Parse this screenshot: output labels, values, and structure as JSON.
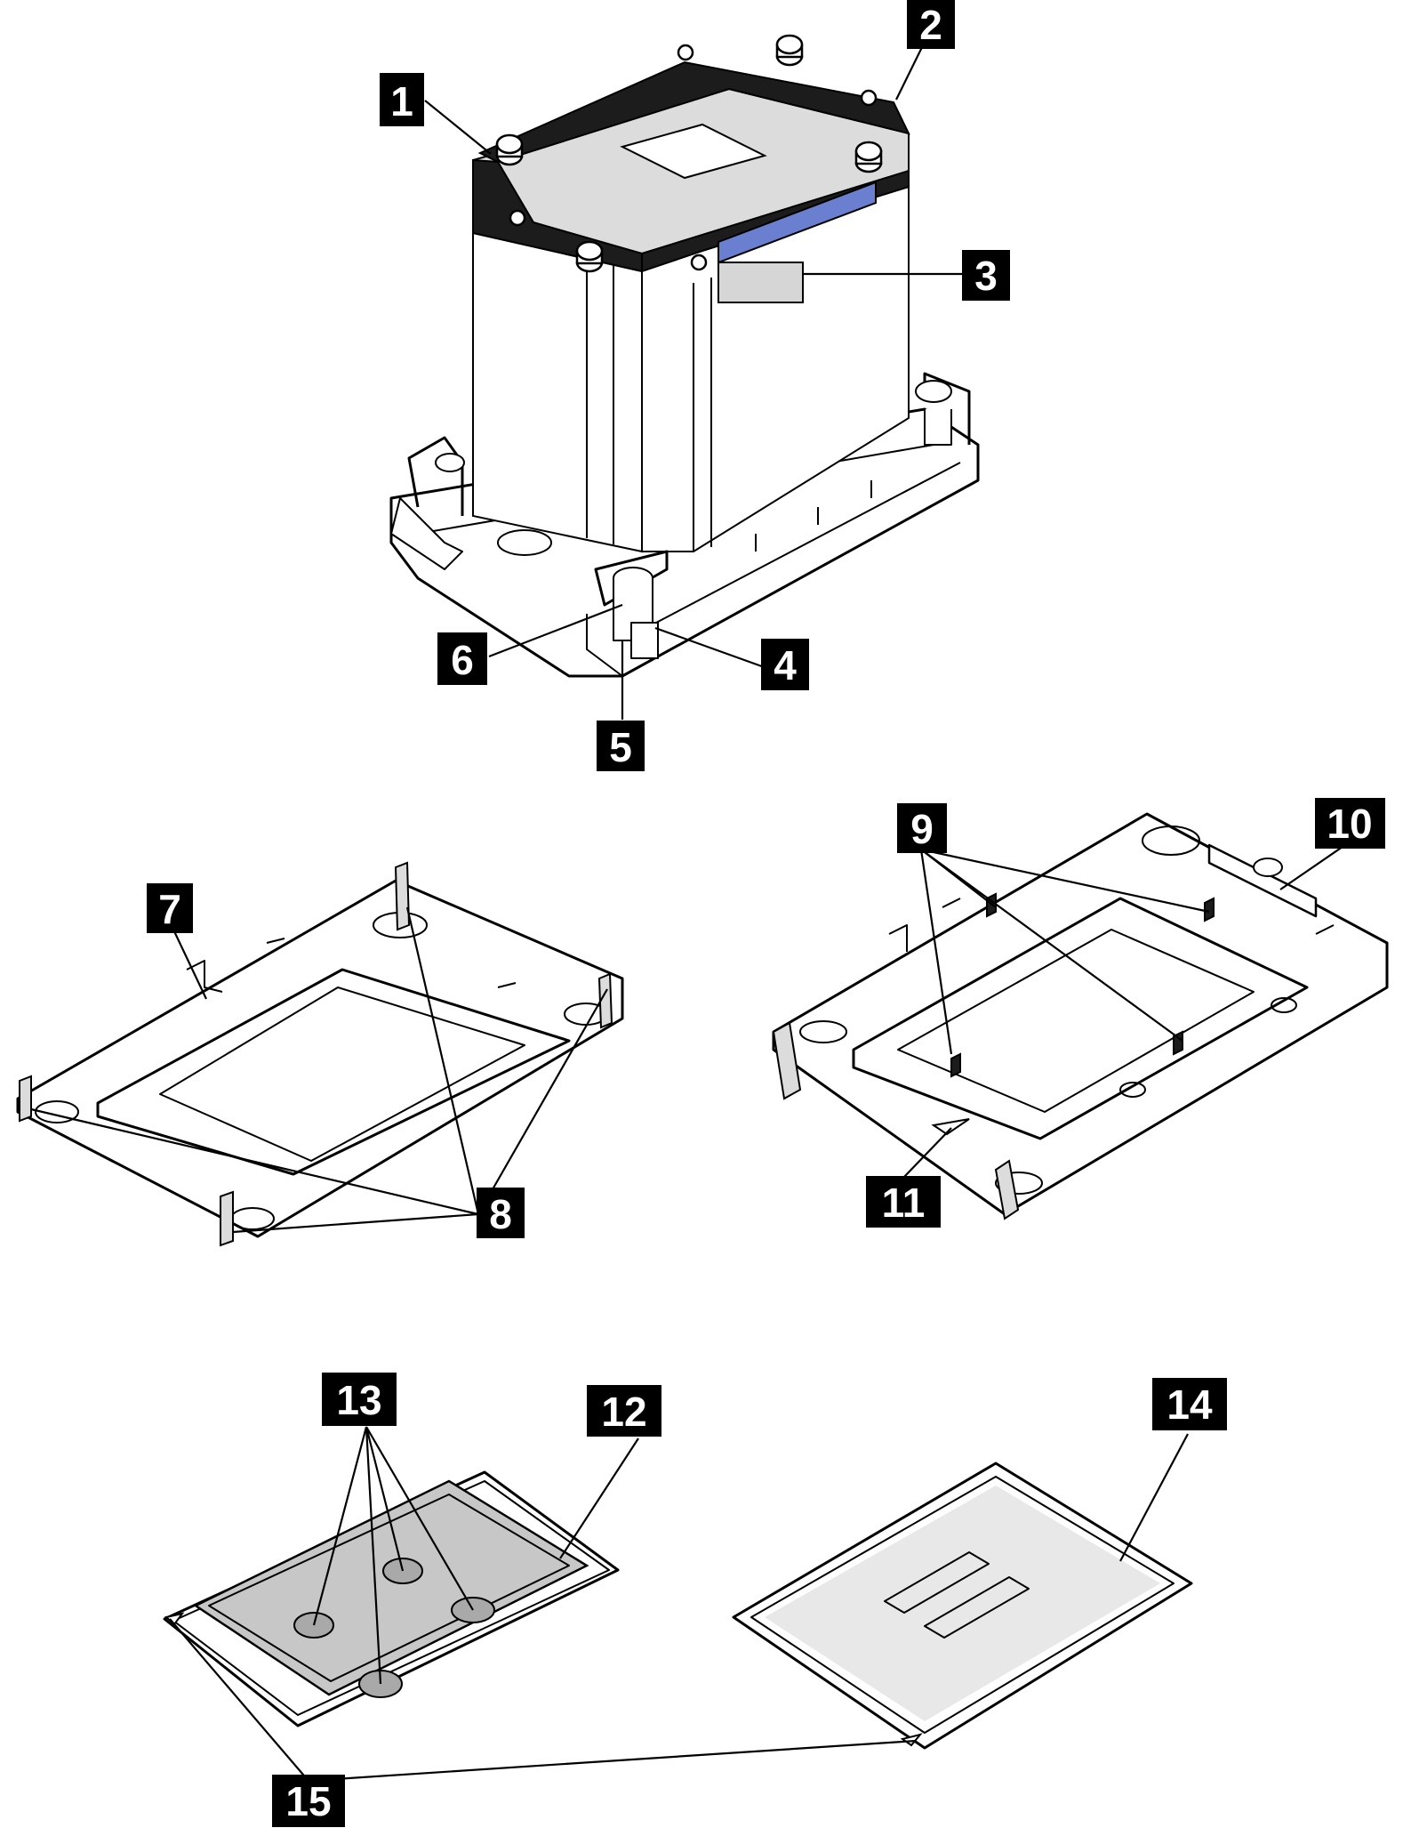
{
  "callouts": [
    {
      "id": "1",
      "label": "1"
    },
    {
      "id": "2",
      "label": "2"
    },
    {
      "id": "3",
      "label": "3"
    },
    {
      "id": "4",
      "label": "4"
    },
    {
      "id": "5",
      "label": "5"
    },
    {
      "id": "6",
      "label": "6"
    },
    {
      "id": "7",
      "label": "7"
    },
    {
      "id": "8",
      "label": "8"
    },
    {
      "id": "9",
      "label": "9"
    },
    {
      "id": "10",
      "label": "10"
    },
    {
      "id": "11",
      "label": "11"
    },
    {
      "id": "12",
      "label": "12"
    },
    {
      "id": "13",
      "label": "13"
    },
    {
      "id": "14",
      "label": "14"
    },
    {
      "id": "15",
      "label": "15"
    }
  ],
  "colors": {
    "callout_fill": "#000000",
    "callout_text": "#ffffff",
    "label_blue": "#6b7fd1",
    "label_gray": "#d6d6d6",
    "thermal_grease": "#a9a9a9",
    "processor_body": "#c7c7c7"
  }
}
